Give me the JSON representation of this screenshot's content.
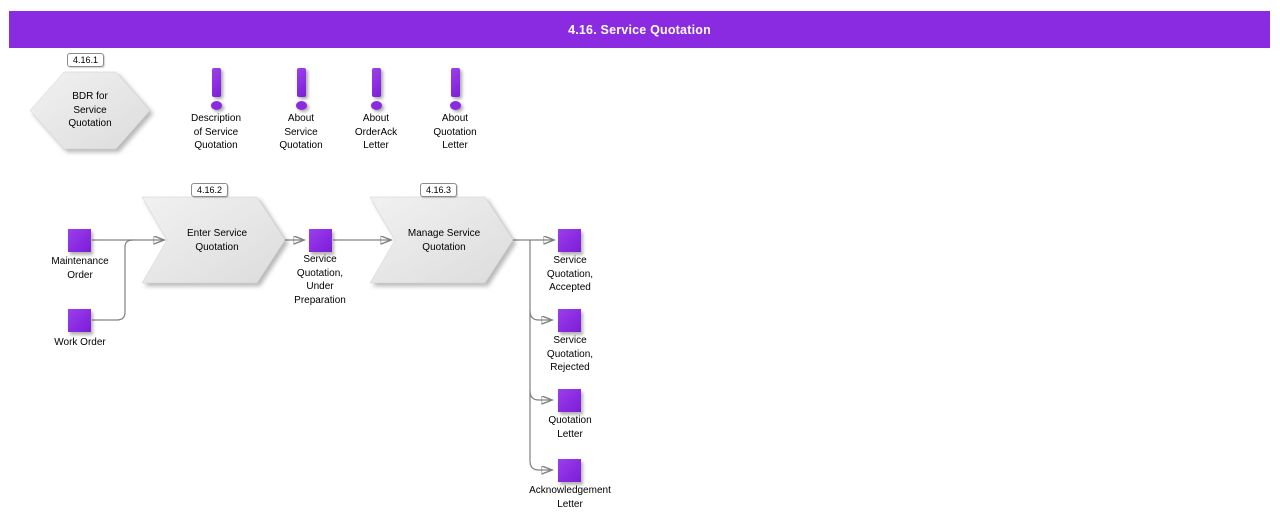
{
  "header": {
    "title": "4.16. Service Quotation"
  },
  "colors": {
    "accent_purple": "#8a2be2",
    "shape_gray": "#e8e8e8",
    "connector_gray": "#808080",
    "header_text": "#ffffff"
  },
  "start_node": {
    "badge": "4.16.1",
    "label": "BDR for\nService\nQuotation"
  },
  "info_items": [
    {
      "icon": "exclamation-icon",
      "label": "Description\nof Service\nQuotation"
    },
    {
      "icon": "exclamation-icon",
      "label": "About\nService\nQuotation"
    },
    {
      "icon": "exclamation-icon",
      "label": "About\nOrderAck\nLetter"
    },
    {
      "icon": "exclamation-icon",
      "label": "About\nQuotation\nLetter"
    }
  ],
  "inputs": [
    {
      "label": "Maintenance\nOrder"
    },
    {
      "label": "Work Order"
    }
  ],
  "steps": [
    {
      "badge": "4.16.2",
      "label": "Enter Service\nQuotation"
    },
    {
      "badge": "4.16.3",
      "label": "Manage Service\nQuotation"
    }
  ],
  "intermediate_doc": {
    "label": "Service\nQuotation,\nUnder\nPreparation"
  },
  "outputs": [
    {
      "label": "Service\nQuotation,\nAccepted"
    },
    {
      "label": "Service\nQuotation,\nRejected"
    },
    {
      "label": "Quotation\nLetter"
    },
    {
      "label": "Acknowledgement\nLetter"
    }
  ]
}
